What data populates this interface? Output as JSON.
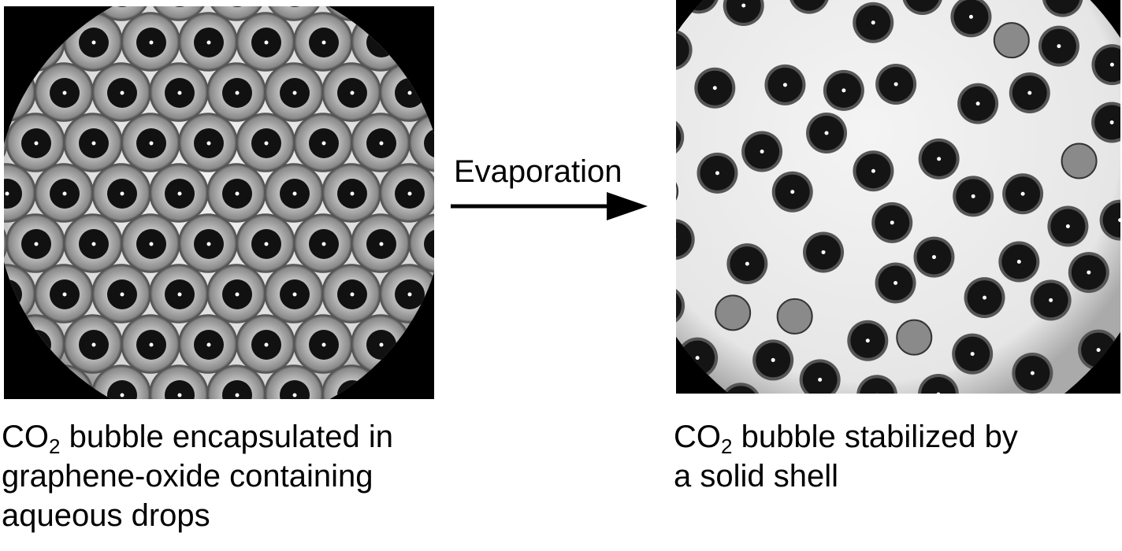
{
  "arrow_label": "Evaporation",
  "left_caption": {
    "prefix": "CO",
    "subscript": "2",
    "line1_rest": " bubble encapsulated in",
    "line2": "graphene-oxide containing",
    "line3": "aqueous drops"
  },
  "right_caption": {
    "prefix": "CO",
    "subscript": "2",
    "line1_rest": " bubble stabilized by",
    "line2": "a solid shell"
  }
}
